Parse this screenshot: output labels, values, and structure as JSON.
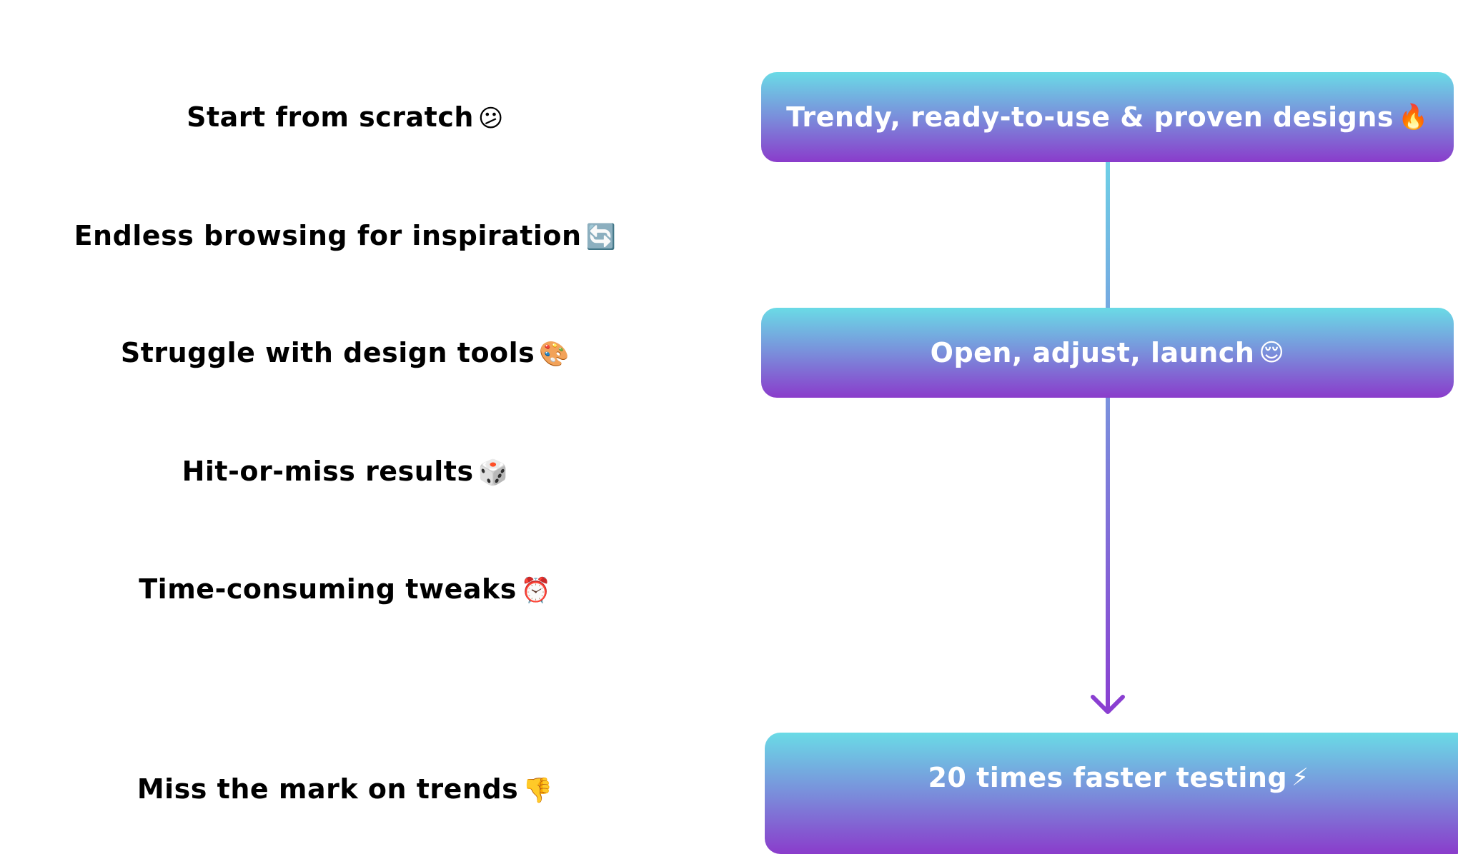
{
  "pain_points": [
    {
      "label": "Start from scratch",
      "emoji": "😕",
      "icon": "confused-face-icon"
    },
    {
      "label": "Endless browsing for inspiration",
      "emoji": "🔄",
      "icon": "counterclockwise-arrows-icon"
    },
    {
      "label": "Struggle with design tools",
      "emoji": "🎨",
      "icon": "artist-palette-icon"
    },
    {
      "label": "Hit-or-miss results",
      "emoji": "🎲",
      "icon": "game-die-icon"
    },
    {
      "label": "Time-consuming tweaks",
      "emoji": "⏰",
      "icon": "alarm-clock-icon"
    },
    {
      "label": "Miss the mark on trends",
      "emoji": "👎",
      "icon": "thumbs-down-icon"
    }
  ],
  "flow": [
    {
      "label": "Trendy, ready-to-use & proven designs",
      "emoji": "🔥",
      "icon": "fire-icon"
    },
    {
      "label": "Open, adjust, launch",
      "emoji": "😌",
      "icon": "relieved-face-icon"
    },
    {
      "label": "20 times faster testing",
      "emoji": "⚡",
      "icon": "lightning-icon"
    }
  ],
  "colors": {
    "box_gradient_top": "#6adbe6",
    "box_gradient_mid": "#7a8edb",
    "box_gradient_bottom": "#8a3ccb",
    "connector_top": "#6ecfe6",
    "connector_bottom": "#8a3fd1",
    "text_dark": "#000000",
    "text_light": "#ffffff"
  }
}
